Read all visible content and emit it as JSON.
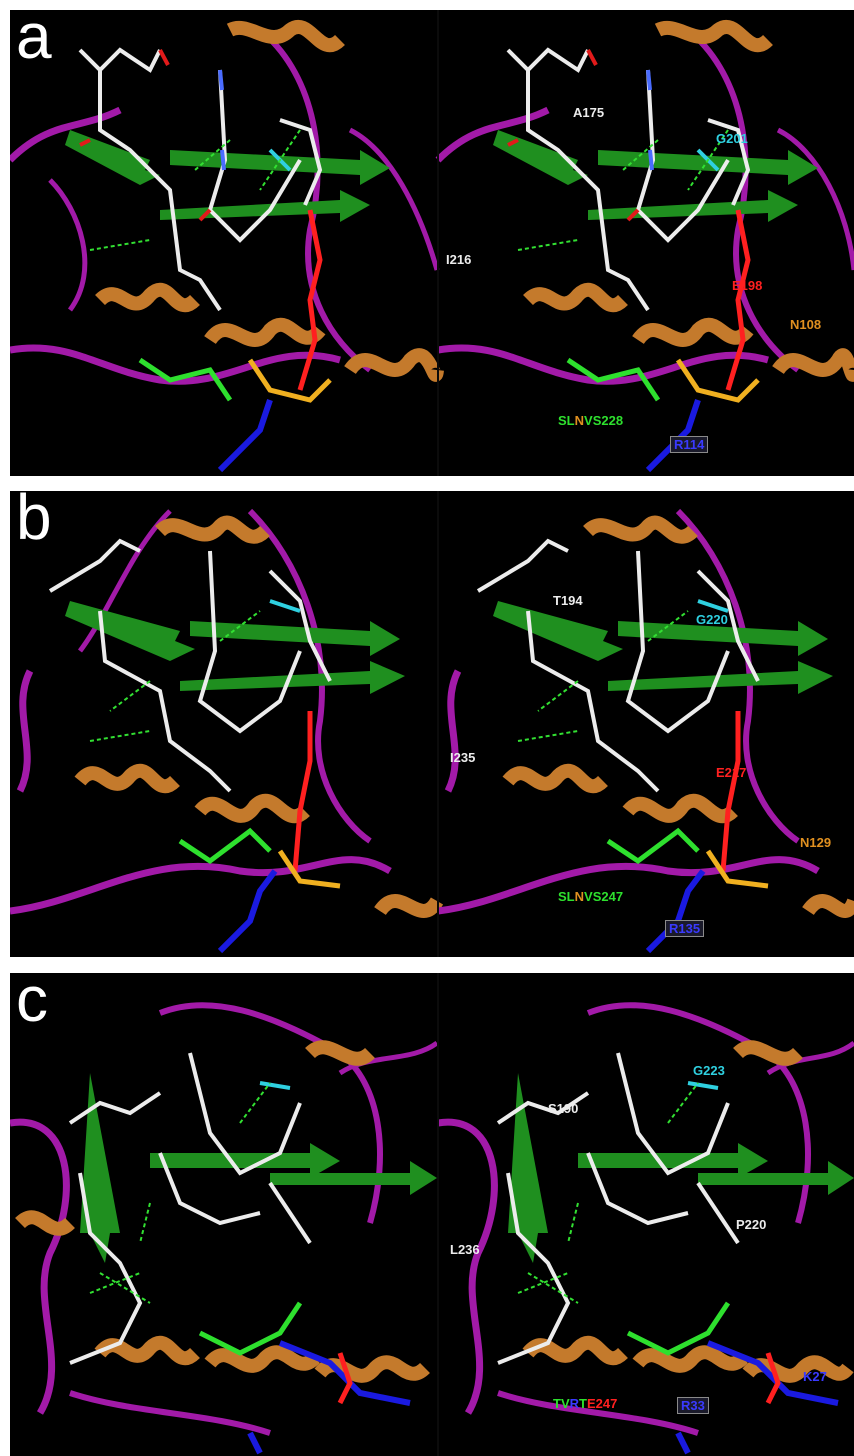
{
  "colors": {
    "helix": "#c47a2c",
    "strand": "#1f8f1f",
    "coil": "#a21aa8",
    "carbon": "#ececec",
    "nitrogen": "#4a6cff",
    "oxygen": "#e21a1a",
    "sulfur": "#e6e61a",
    "acidic": "#ff2020",
    "basic": "#1a1ae0",
    "glycine": "#2fd0e0",
    "motif": "#2ee02e",
    "asn": "#f0b020",
    "hbond": "#32e032"
  },
  "panels": [
    {
      "letter": "a",
      "labels": {
        "top_left": "A175",
        "glycine": "G201",
        "left": "I216",
        "acidic": "E198",
        "right": "N108",
        "basic_box": "R114"
      },
      "motif": [
        {
          "text": "S",
          "color": "#2ee02e"
        },
        {
          "text": "L",
          "color": "#2ee02e"
        },
        {
          "text": "N",
          "color": "#e09020"
        },
        {
          "text": "V",
          "color": "#2ee02e"
        },
        {
          "text": "S228",
          "color": "#2ee02e"
        }
      ]
    },
    {
      "letter": "b",
      "labels": {
        "top_left": "T194",
        "glycine": "G220",
        "left": "I235",
        "acidic": "E217",
        "right": "N129",
        "basic_box": "R135"
      },
      "motif": [
        {
          "text": "S",
          "color": "#2ee02e"
        },
        {
          "text": "L",
          "color": "#2ee02e"
        },
        {
          "text": "N",
          "color": "#e09020"
        },
        {
          "text": "V",
          "color": "#2ee02e"
        },
        {
          "text": "S247",
          "color": "#2ee02e"
        }
      ]
    },
    {
      "letter": "c",
      "labels": {
        "top_left": "S190",
        "glycine": "G223",
        "left": "L236",
        "proline": "P220",
        "basic_box": "R33",
        "basic2": "K27"
      },
      "motif": [
        {
          "text": "T",
          "color": "#2ee02e"
        },
        {
          "text": "V",
          "color": "#2ee02e"
        },
        {
          "text": "R",
          "color": "#3a3aff"
        },
        {
          "text": "T",
          "color": "#2ee02e"
        },
        {
          "text": "E247",
          "color": "#ff2020"
        }
      ]
    }
  ]
}
